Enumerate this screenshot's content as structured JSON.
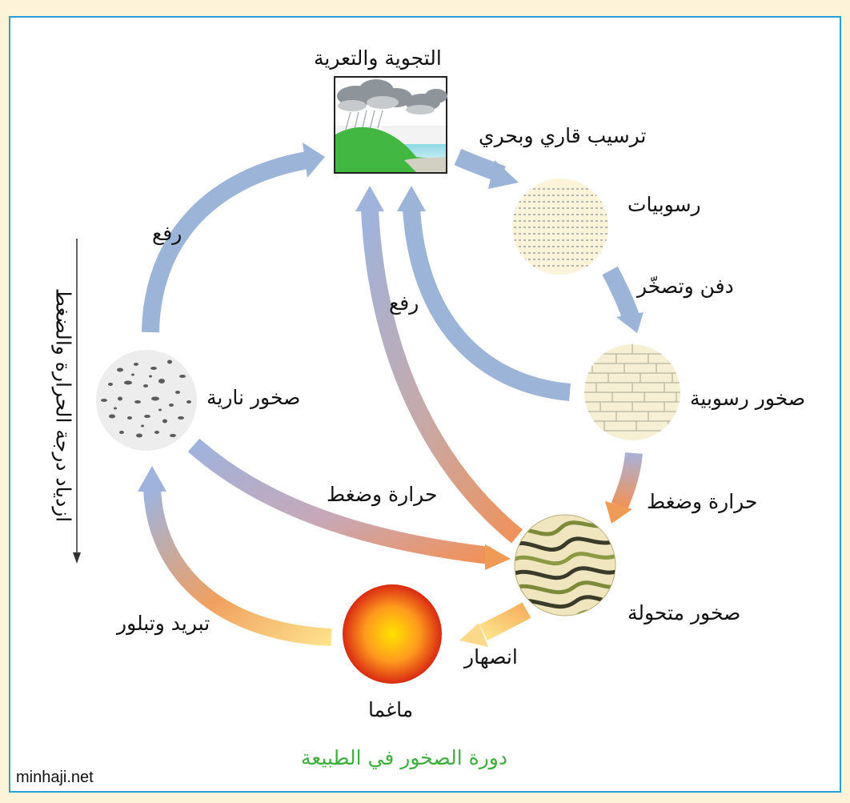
{
  "diagram": {
    "title": "التجوية والتعرية",
    "caption": "دورة الصخور في الطبيعة",
    "side_axis_label": "ازدياد درجة الحرارة والضغط",
    "source": "minhaji.net",
    "nodes": {
      "sediments": "رسوبيات",
      "sedimentary_rocks": "صخور رسوبية",
      "metamorphic_rocks": "صخور متحولة",
      "magma": "ماغما",
      "igneous_rocks": "صخور نارية"
    },
    "processes": {
      "deposition": "ترسيب قاري وبحري",
      "burial": "دفن وتصخّر",
      "heat_pressure_right": "حرارة وضغط",
      "heat_pressure_center": "حرارة وضغط",
      "melting": "انصهار",
      "cooling": "تبريد وتبلور",
      "uplift_left": "رفع",
      "uplift_center": "رفع"
    },
    "colors": {
      "frame_border": "#2aa1d6",
      "page_background": "#fdf3d8",
      "arrow_blue": "#9cb4d8",
      "arrow_orange": "#ef9a55",
      "arrow_yellow": "#fde08a",
      "caption_green": "#3fae3f"
    }
  }
}
